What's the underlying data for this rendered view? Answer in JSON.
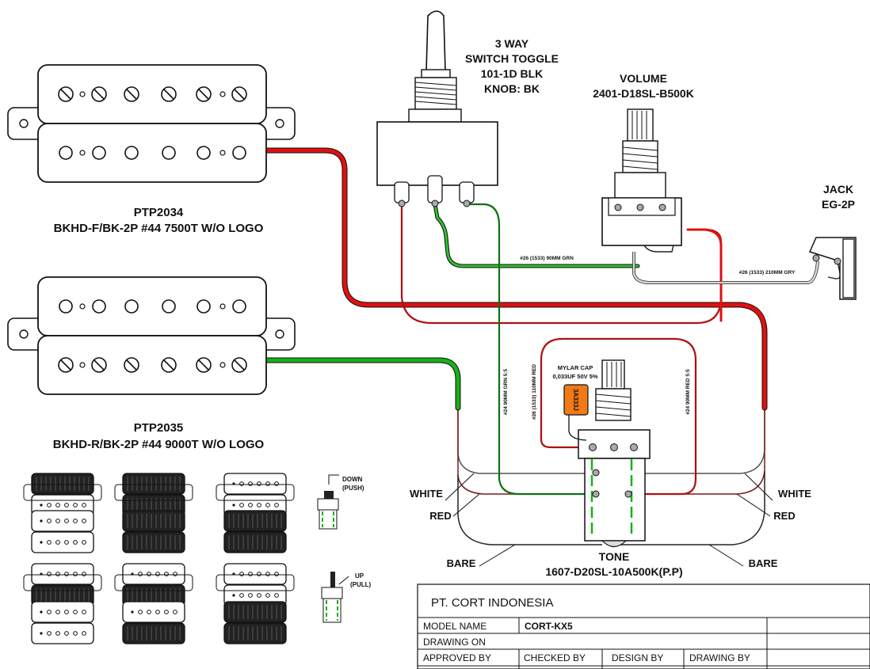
{
  "labels": {
    "switch": [
      "3 WAY",
      "SWITCH TOGGLE",
      "101-1D BLK",
      "KNOB: BK"
    ],
    "volume": [
      "VOLUME",
      "2401-D18SL-B500K"
    ],
    "jack": [
      "JACK",
      "EG-2P"
    ],
    "neck_pickup": [
      "PTP2034",
      "BKHD-F/BK-2P #44 7500T W/O LOGO"
    ],
    "bridge_pickup": [
      "PTP2035",
      "BKHD-R/BK-2P #44 9000T W/O LOGO"
    ],
    "tone": [
      "TONE",
      "1607-D20SL-10A500K(P.P)"
    ],
    "cap": [
      "MYLAR CAP",
      "0,033UF 50V 5%"
    ],
    "cap_code": "3A333J",
    "push": [
      "DOWN",
      "(PUSH)"
    ],
    "pull": [
      "UP",
      "(PULL)"
    ]
  },
  "wires": {
    "grn_90": "#26 (1533) 90MM GRN",
    "gry_210": "#26 (1533) 210MM GRY",
    "grn_24": "#24  90MM GRN 5:5",
    "red_110": "#26 (1533) 110MM RED",
    "red_24": "#24  90MM RED 5:5",
    "white": "WHITE",
    "red": "RED",
    "bare": "BARE"
  },
  "colors": {
    "red_wire": "#e01010",
    "green_wire": "#18b018",
    "cap": "#f07a18"
  },
  "title_block": {
    "company": "PT. CORT INDONESIA",
    "model_label": "MODEL NAME",
    "model_value": "CORT-KX5",
    "drawing_on": "DRAWING ON",
    "approved_by": "APPROVED BY",
    "checked_by": "CHECKED BY",
    "design_by": "DESIGN BY",
    "drawing_by": "DRAWING BY"
  }
}
